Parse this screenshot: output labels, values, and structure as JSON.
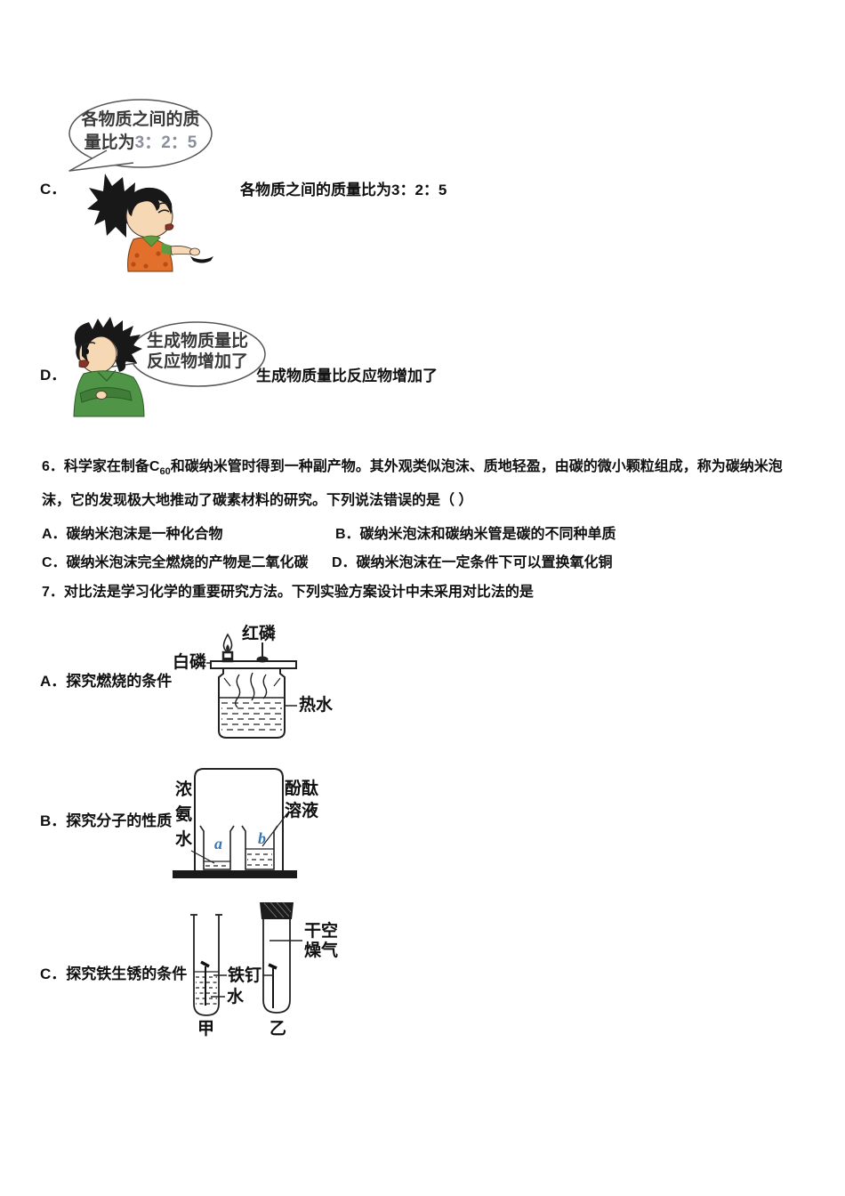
{
  "q5": {
    "option_c": {
      "label": "C．",
      "bubble": {
        "line1": "各物质之间的质",
        "line2_prefix": "量比为",
        "ratio": "3：2：5"
      },
      "answer_text": "各物质之间的质量比为3：2：5"
    },
    "option_d": {
      "label": "D．",
      "bubble": {
        "line1": "生成物质量比",
        "line2": "反应物增加了"
      },
      "answer_text": "生成物质量比反应物增加了"
    }
  },
  "q6": {
    "stem_part1": "6．科学家在制备C",
    "stem_sub": "60",
    "stem_part2": "和碳纳米管时得到一种副产物。其外观类似泡沫、质地轻盈，由碳的微小颗粒组成，称为碳纳米泡",
    "stem_line2": "沫，它的发现极大地推动了碳素材料的研究。下列说法错误的是（  ）",
    "option_a": "A．碳纳米泡沫是一种化合物",
    "option_b": "B．碳纳米泡沫和碳纳米管是碳的不同种单质",
    "option_c": "C．碳纳米泡沫完全燃烧的产物是二氧化碳",
    "option_d": "D．碳纳米泡沫在一定条件下可以置换氧化铜"
  },
  "q7": {
    "stem": "7．对比法是学习化学的重要研究方法。下列实验方案设计中未采用对比法的是",
    "option_a": {
      "label": "A．探究燃烧的条件",
      "red_phosphorus": "红磷",
      "white_phosphorus": "白磷",
      "hot_water": "热水"
    },
    "option_b": {
      "label": "B．探究分子的性质",
      "ammonia_c1": "浓",
      "ammonia_c2": "氨",
      "ammonia_c3": "水",
      "phenolphthalein_l1": "酚酞",
      "phenolphthalein_l2": "溶液",
      "beaker_a": "a",
      "beaker_b": "b"
    },
    "option_c": {
      "label": "C．探究铁生锈的条件",
      "dry_air_l1": "干空",
      "dry_air_l2": "燥气",
      "iron_nail": "铁钉",
      "water": "水",
      "tube_left": "甲",
      "tube_right": "乙"
    }
  },
  "colors": {
    "ink": "#101010",
    "ratio_grey": "#8a909b",
    "label_blue": "#3a75b0",
    "girl_shirt": "#e2702c",
    "trim_green": "#5d9c40",
    "boy_shirt": "#4f9447",
    "skin": "#f6d8b4",
    "hair": "#181818"
  }
}
